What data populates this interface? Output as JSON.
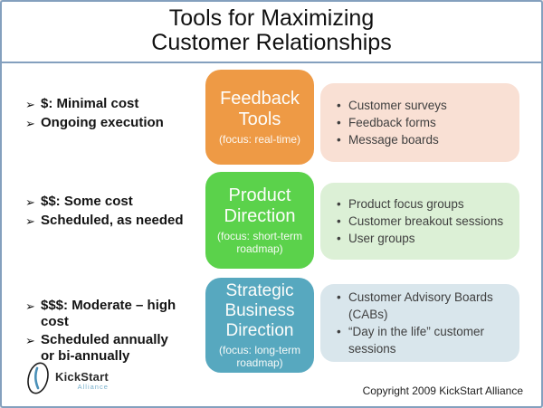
{
  "title": {
    "line1": "Tools for Maximizing",
    "line2": "Customer Relationships"
  },
  "glyphs": {
    "arrow": "➢",
    "dot": "•"
  },
  "colors": {
    "border": "#84a0be",
    "box_orange": "#ee9a45",
    "box_green": "#5bd24b",
    "box_teal": "#57a8bf",
    "panel_peach": "#f9e0d4",
    "panel_green": "#dcf0d6",
    "panel_blue": "#d9e6ec"
  },
  "rows": [
    {
      "left_bullets": [
        "$: Minimal cost",
        "Ongoing execution"
      ],
      "box": {
        "title_lines": [
          "Feedback",
          "Tools"
        ],
        "subtitle": "(focus: real-time)",
        "color": "#ee9a45"
      },
      "panel": {
        "color": "#f9e0d4",
        "bullets": [
          "Customer surveys",
          "Feedback forms",
          "Message boards"
        ]
      }
    },
    {
      "left_bullets": [
        "$$: Some cost",
        "Scheduled, as needed"
      ],
      "box": {
        "title_lines": [
          "Product",
          "Direction"
        ],
        "subtitle": "(focus: short-term roadmap)",
        "color": "#5bd24b"
      },
      "panel": {
        "color": "#dcf0d6",
        "bullets": [
          "Product focus groups",
          "Customer breakout sessions",
          "User groups"
        ]
      }
    },
    {
      "left_bullets": [
        "$$$: Moderate – high cost",
        "Scheduled annually or bi-annually"
      ],
      "box": {
        "title_lines": [
          "Strategic",
          "Business",
          "Direction"
        ],
        "subtitle": "(focus: long-term roadmap)",
        "color": "#57a8bf"
      },
      "panel": {
        "color": "#d9e6ec",
        "bullets": [
          "Customer Advisory Boards (CABs)",
          "“Day in the life” customer sessions"
        ]
      }
    }
  ],
  "footer": {
    "logo_name": "KickStart",
    "logo_sub": "Alliance",
    "copyright": "Copyright 2009 KickStart Alliance"
  }
}
